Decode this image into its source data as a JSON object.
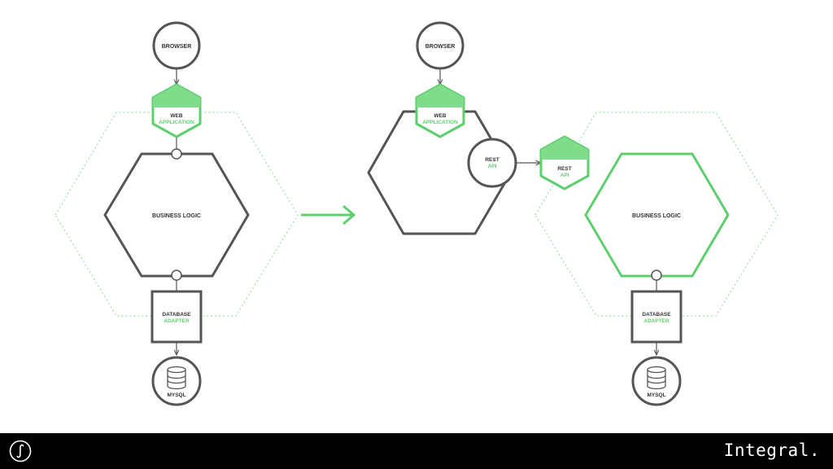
{
  "colors": {
    "gray": "#555555",
    "green": "#5fce6e",
    "green_light": "#7fdc8a",
    "green_dotted": "#8fd698",
    "black": "#000000"
  },
  "left": {
    "browser": "BROWSER",
    "web_app": [
      "WEB",
      "APPLICATION"
    ],
    "business_logic": "BUSINESS LOGIC",
    "db_adapter": [
      "DATABASE",
      "ADAPTER"
    ],
    "mysql": "MYSQL"
  },
  "right": {
    "browser": "BROWSER",
    "web_app": [
      "WEB",
      "APPLICATION"
    ],
    "rest_api_circle": [
      "REST",
      "API"
    ],
    "rest_api_hex": [
      "REST",
      "API"
    ],
    "business_logic": "BUSINESS LOGIC",
    "db_adapter": [
      "DATABASE",
      "ADAPTER"
    ],
    "mysql": "MYSQL"
  },
  "footer": {
    "logo_icon": "integral-symbol-icon",
    "brand": "Integral."
  }
}
